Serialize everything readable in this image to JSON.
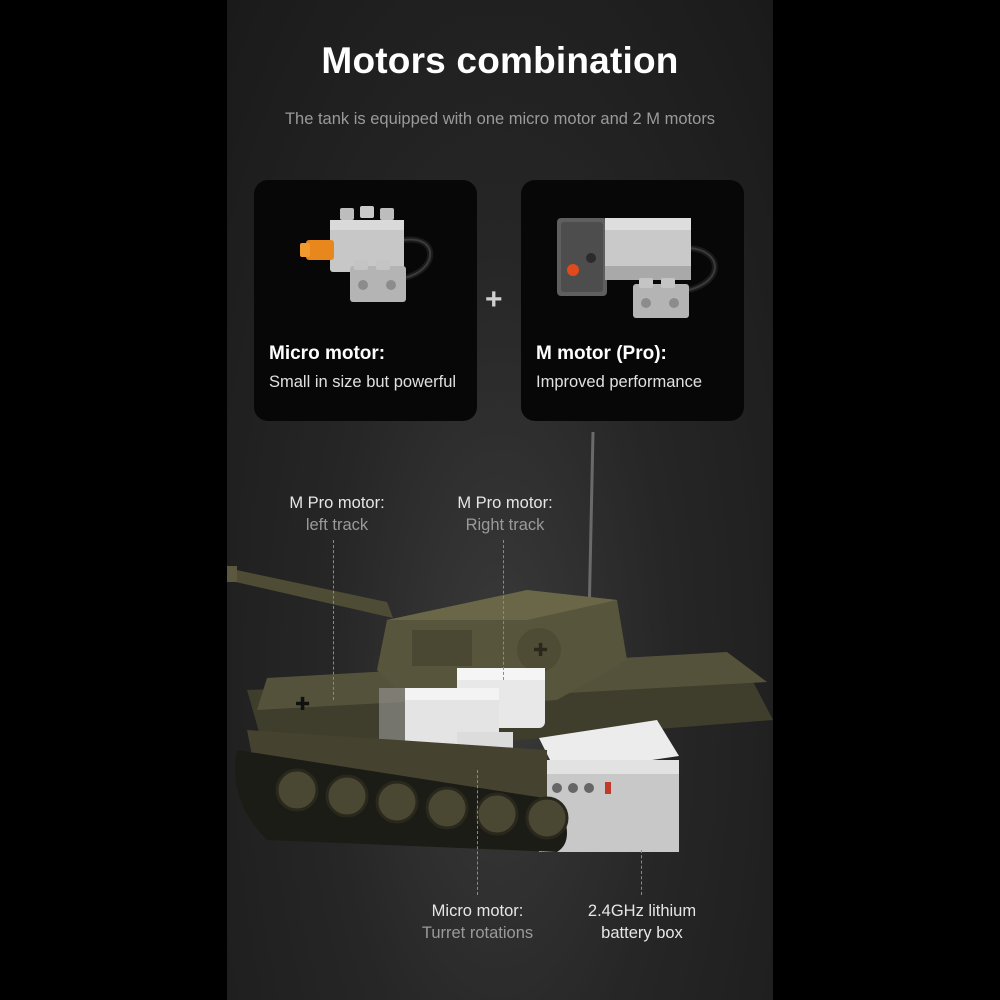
{
  "header": {
    "title": "Motors combination",
    "subtitle": "The tank is equipped with one micro motor and 2 M motors"
  },
  "cards": [
    {
      "name": "Micro motor:",
      "desc": "Small in size but powerful"
    },
    {
      "name": "M motor (Pro):",
      "desc": "Improved performance"
    }
  ],
  "plus": "+",
  "callouts": [
    {
      "line1": "M Pro motor:",
      "line2": "left track"
    },
    {
      "line1": "M Pro motor:",
      "line2": "Right track"
    },
    {
      "line1": "Micro motor:",
      "line2": "Turret rotations"
    },
    {
      "line1": "2.4GHz lithium",
      "line2": "battery box"
    }
  ],
  "colors": {
    "tank": "#4d4a34",
    "motor_white": "#e8e8e8",
    "brick_grey": "#b9b9b9",
    "accent_orange": "#e8871c"
  },
  "icons": [
    "micro-motor-icon",
    "m-motor-icon",
    "tank-illustration"
  ]
}
